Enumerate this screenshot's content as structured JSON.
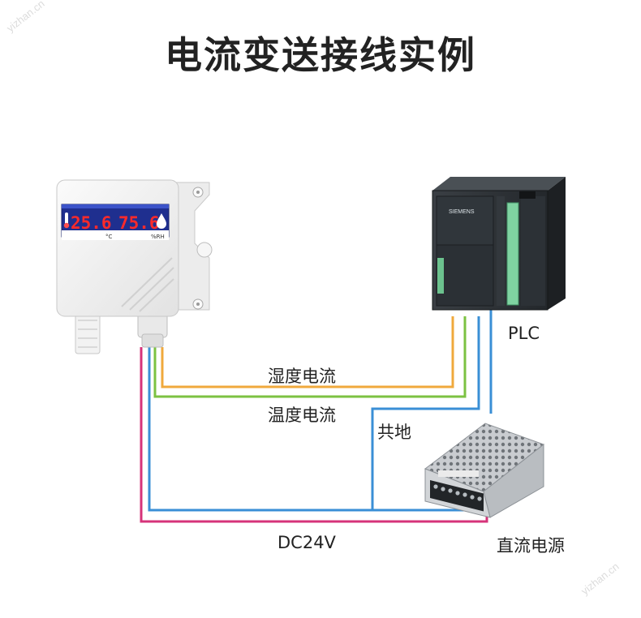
{
  "title": "电流变送接线实例",
  "watermark": "yizhan.cn",
  "labels": {
    "plc": "PLC",
    "humidity_current": "湿度电流",
    "temperature_current": "温度电流",
    "common_ground": "共地",
    "dc24v": "DC24V",
    "dc_power": "直流电源"
  },
  "transmitter": {
    "temp_value": "25.6",
    "humidity_value": "75.6",
    "temp_unit": "°C",
    "humidity_unit": "%RH"
  },
  "plc_device": {
    "brand": "SIEMENS"
  },
  "colors": {
    "orange_wire": "#f0a93c",
    "green_wire": "#7cc242",
    "blue_wire": "#3a8fd6",
    "magenta_wire": "#d6337a",
    "led": "#ff2a2a"
  }
}
